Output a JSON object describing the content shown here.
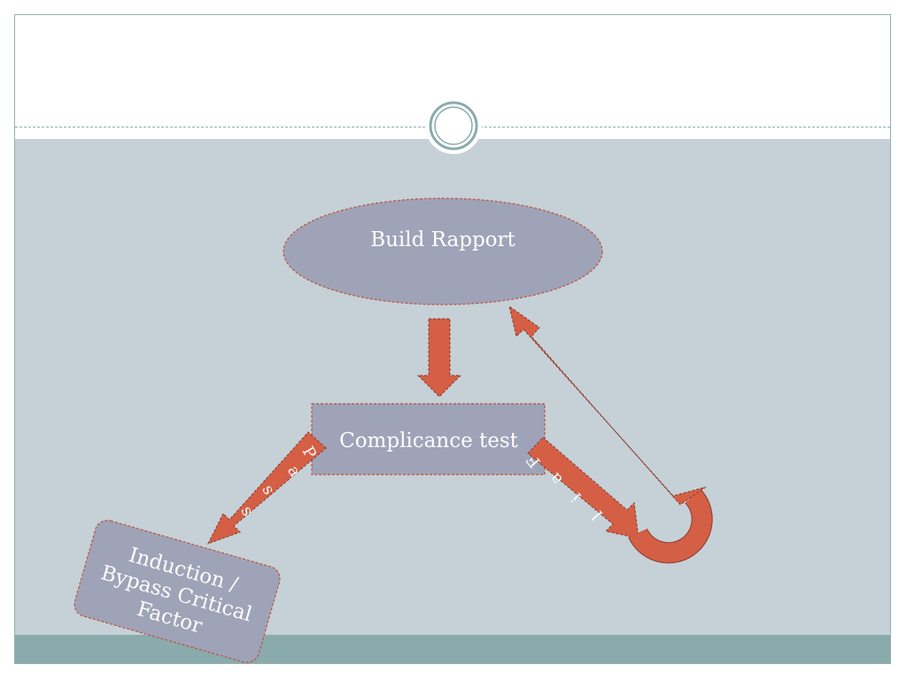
{
  "diagram": {
    "nodes": {
      "top": "Build Rapport",
      "middle": "Complicance test",
      "bottom_line1": "Induction /",
      "bottom_line2": "Bypass Critical",
      "bottom_line3": "Factor"
    },
    "edges": {
      "pass_letters": [
        "P",
        "a",
        "s",
        "s"
      ],
      "fail_letters": [
        "F",
        "a",
        "i",
        "l"
      ]
    },
    "colors": {
      "arrow": "#d45f45",
      "arrow_stroke": "#8a3a2c",
      "node_fill": "#9fa3b8",
      "node_stroke": "#c0503c",
      "content_bg": "#c5d1d7",
      "footer_bg": "#8aabab"
    }
  }
}
